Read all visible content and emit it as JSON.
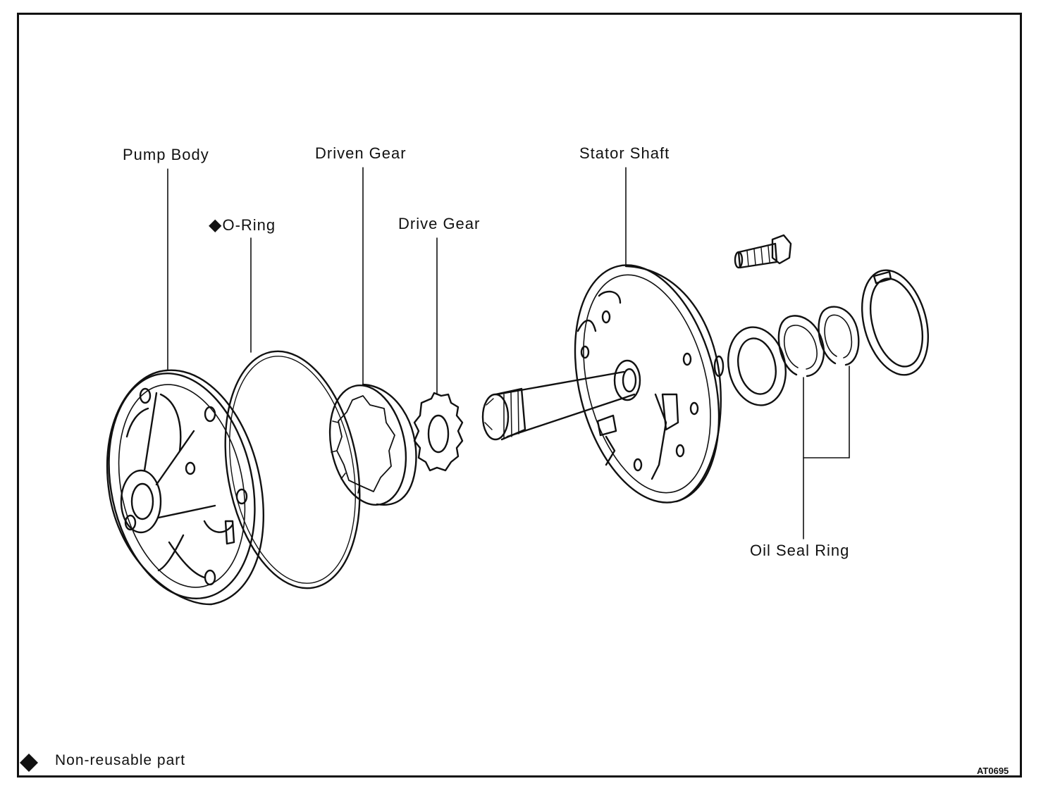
{
  "labels": {
    "pump_body": "Pump Body",
    "o_ring": "O-Ring",
    "driven_gear": "Driven Gear",
    "drive_gear": "Drive Gear",
    "stator_shaft": "Stator Shaft",
    "oil_seal_ring": "Oil Seal Ring"
  },
  "legend": {
    "symbol": "◆",
    "text": "Non-reusable part"
  },
  "figure_code": "AT0695",
  "non_reusable_marker": "◆"
}
